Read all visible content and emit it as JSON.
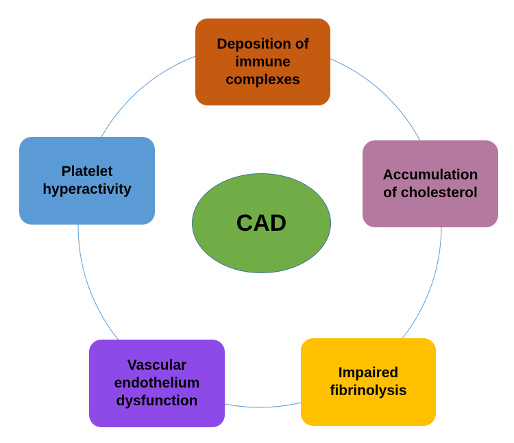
{
  "center": {
    "label": "CAD",
    "color": "#70ad47",
    "border_color": "#41719c"
  },
  "ring": {
    "color": "#5b9bd5"
  },
  "nodes": [
    {
      "id": "top",
      "label": "Deposition of\nimmune\ncomplexes",
      "color": "#c55a11"
    },
    {
      "id": "right",
      "label": "Accumulation\nof cholesterol",
      "color": "#b4799f"
    },
    {
      "id": "bottom-right",
      "label": "Impaired\nfibrinolysis",
      "color": "#ffc000"
    },
    {
      "id": "bottom-left",
      "label": "Vascular\nendothelium\ndysfunction",
      "color": "#8e4ae8"
    },
    {
      "id": "left",
      "label": "Platelet\nhyperactivity",
      "color": "#5b9bd5"
    }
  ]
}
